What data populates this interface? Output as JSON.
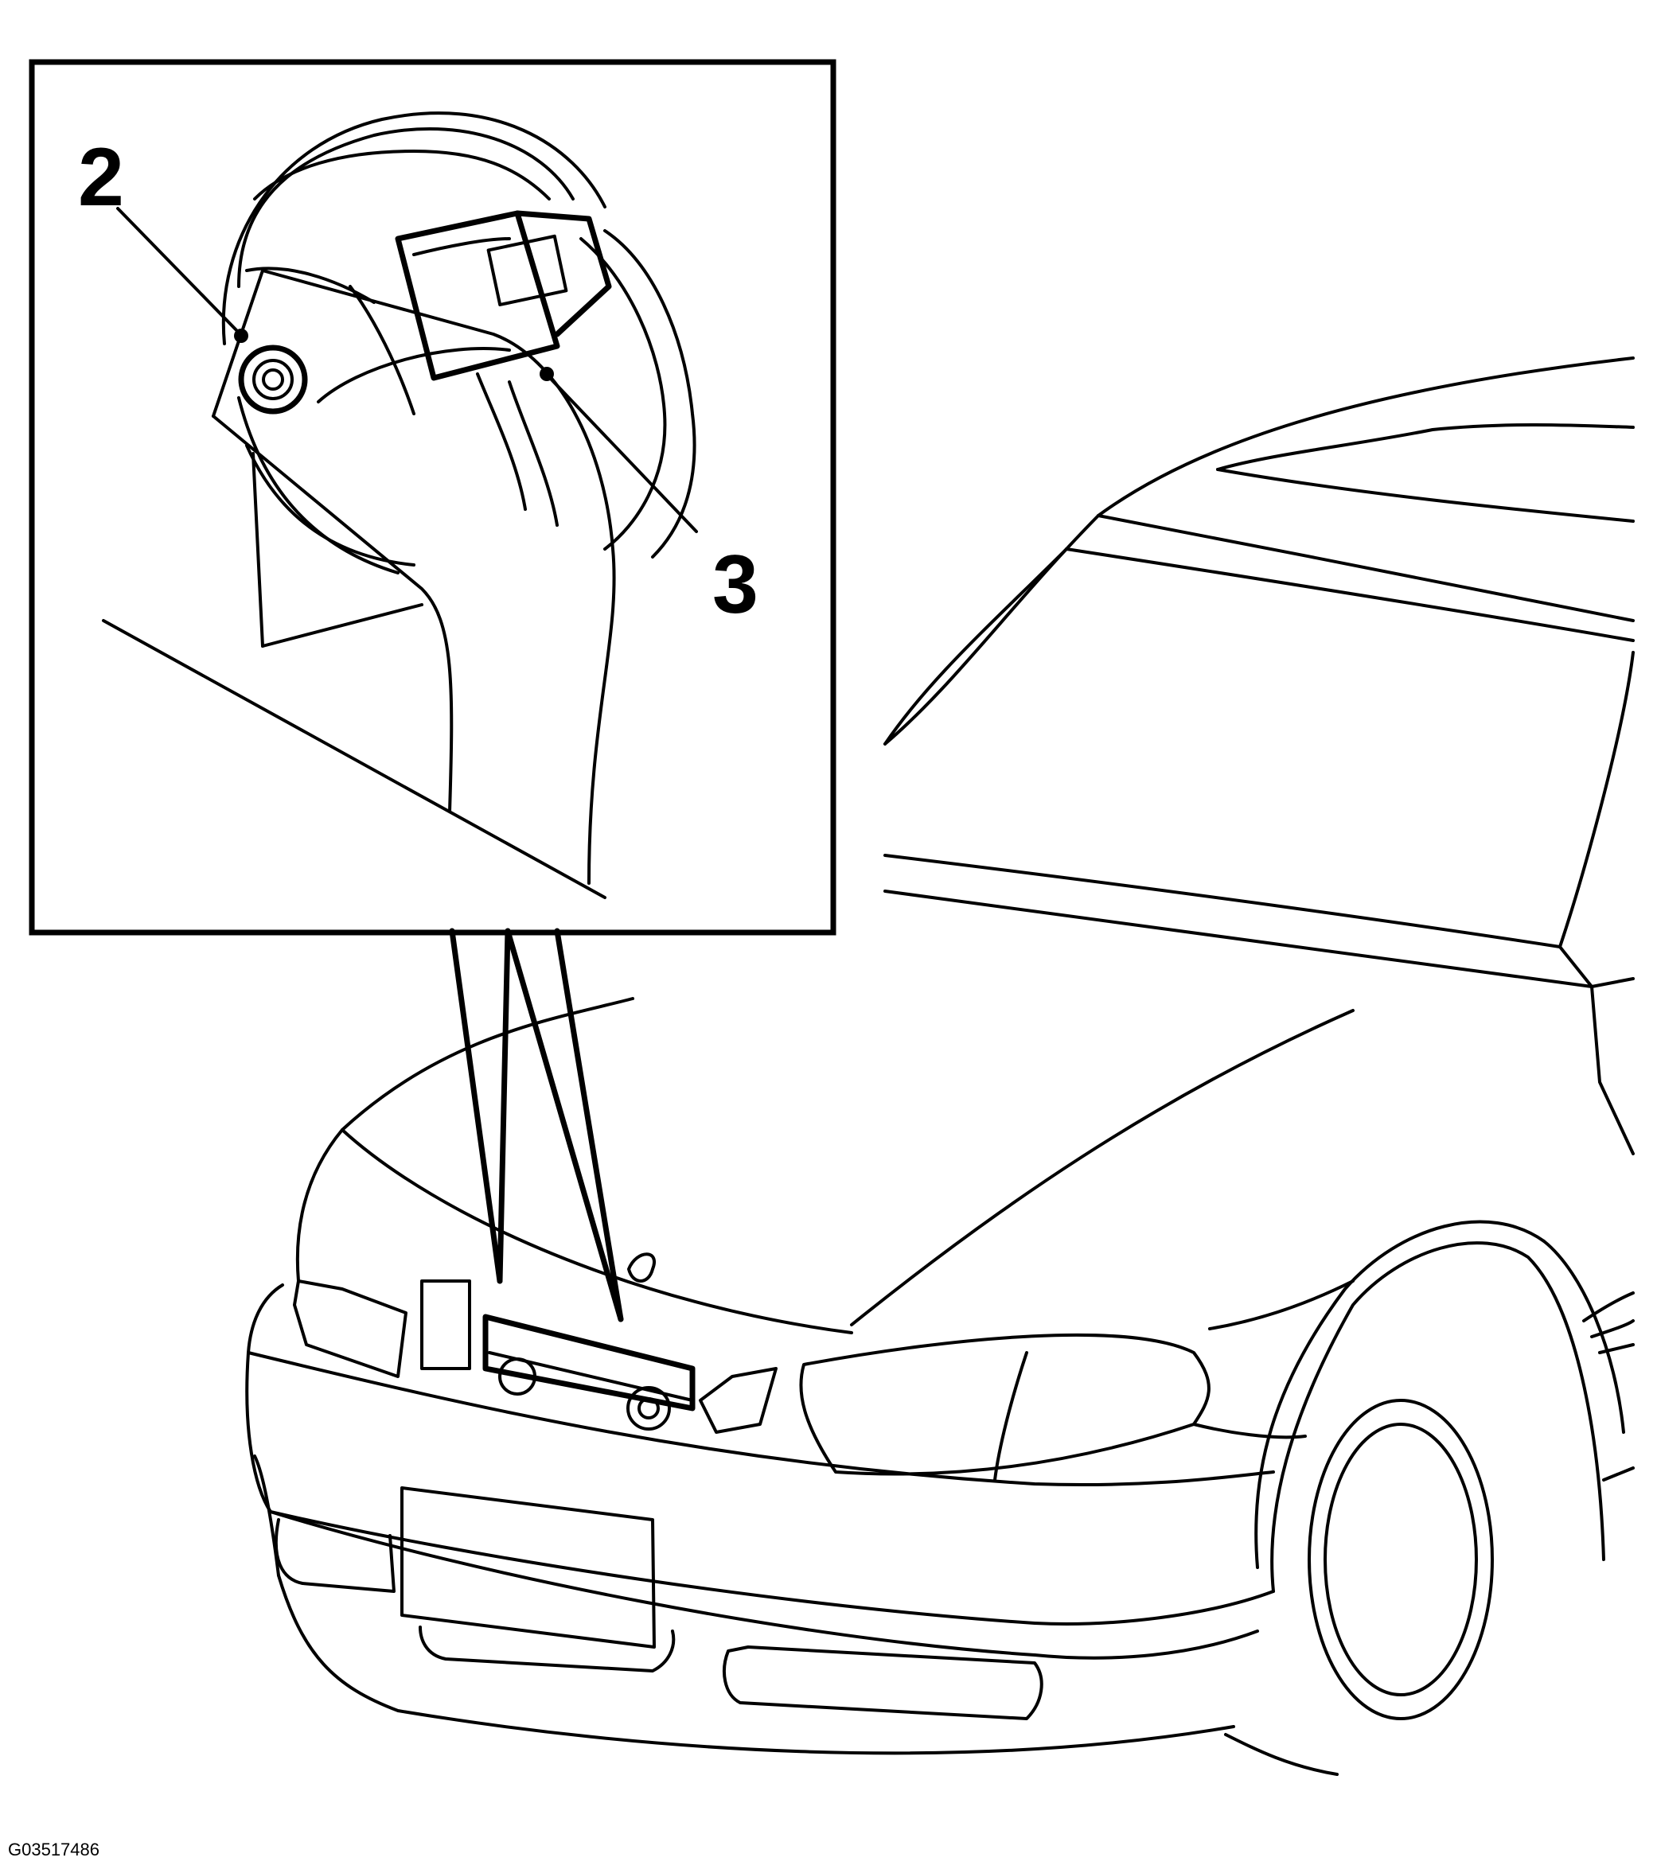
{
  "callouts": [
    {
      "label": "2",
      "target": "headlight-adjuster-screw"
    },
    {
      "label": "3",
      "target": "headlight-connector"
    }
  ],
  "figure_id": "G03517486",
  "colors": {
    "line": "#000000",
    "background": "#ffffff"
  }
}
